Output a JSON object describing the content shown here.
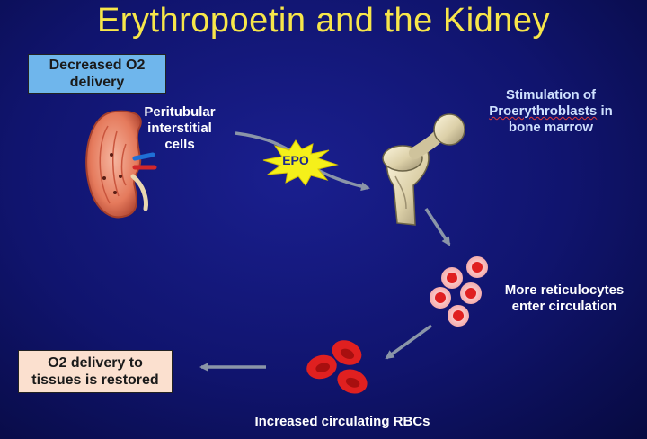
{
  "title": "Erythropoetin and the Kidney",
  "boxes": {
    "decreased_o2": [
      "Decreased O2",
      "delivery"
    ],
    "o2_restored": [
      "O2 delivery to",
      "tissues is restored"
    ]
  },
  "labels": {
    "peritubular": [
      "Peritubular",
      "interstitial",
      "cells"
    ],
    "epo": "EPO",
    "stimulation": [
      "Stimulation of",
      "Proerythroblasts",
      "in",
      "bone marrow"
    ],
    "reticulocytes": [
      "More reticulocytes",
      "enter circulation"
    ],
    "increased_rbcs": "Increased circulating RBCs"
  },
  "colors": {
    "title": "#f7e64a",
    "box_decreased": "#6fb6ec",
    "box_restored": "#fbe0cf",
    "arrow": "#8a95a8",
    "epo_star": "#f5f01a",
    "rbc": "#e02020"
  },
  "icons": [
    "kidney-illustration",
    "femur-bone-illustration",
    "reticulocyte-cells",
    "red-blood-cells",
    "epo-starburst"
  ]
}
